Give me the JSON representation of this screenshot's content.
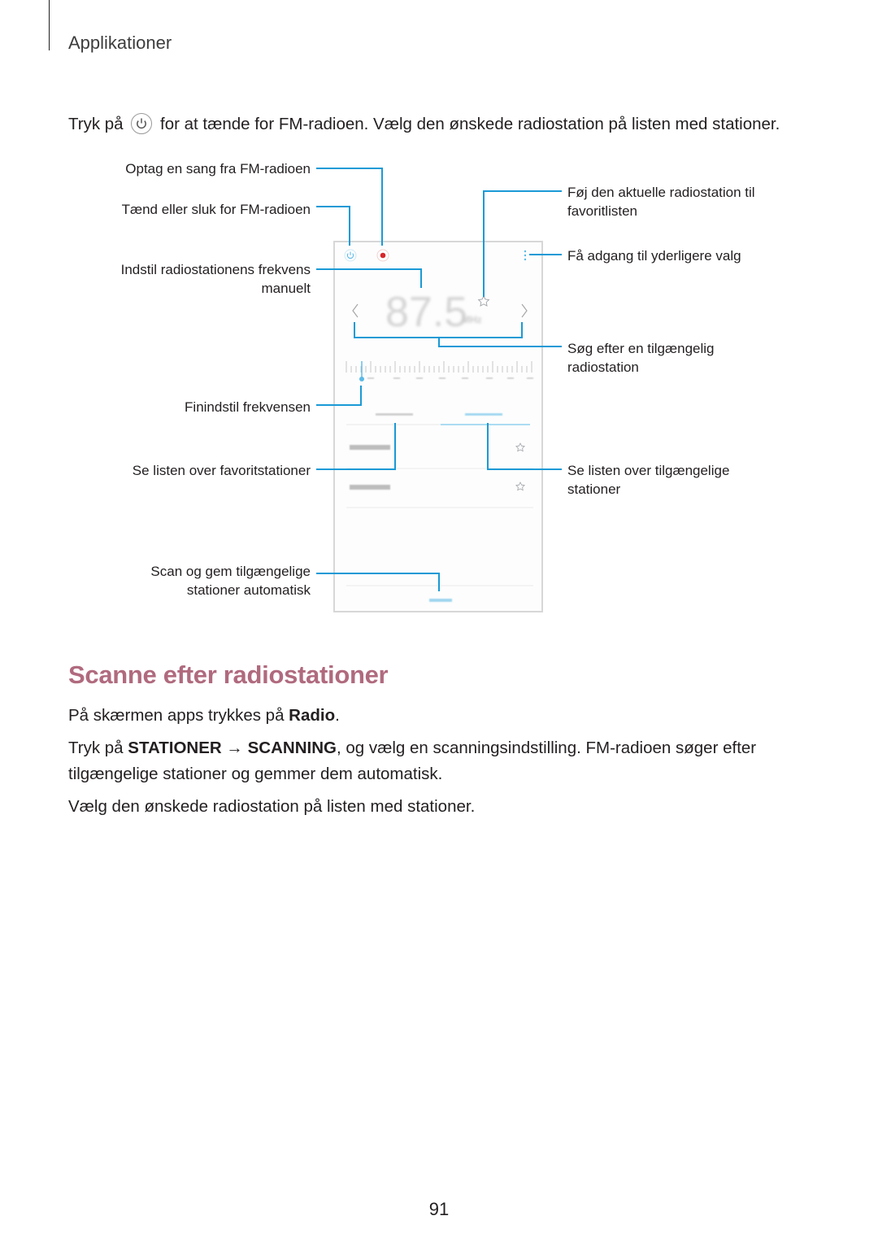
{
  "header": {
    "section": "Applikationer"
  },
  "intro": {
    "before": "Tryk på",
    "icon": "power-icon",
    "after": "for at tænde for FM-radioen. Vælg den ønskede radiostation på listen med stationer."
  },
  "callouts": {
    "record": "Optag en sang fra FM-radioen",
    "power": "Tænd eller sluk for FM-radioen",
    "manual_line1": "Indstil radiostationens frekvens",
    "manual_line2": "manuelt",
    "finetune": "Finindstil frekvensen",
    "favourites": "Se listen over favoritstationer",
    "scan_line1": "Scan og gem tilgængelige",
    "scan_line2": "stationer automatisk",
    "add_fav_line1": "Føj den aktuelle radiostation til",
    "add_fav_line2": "favoritlisten",
    "more_options": "Få adgang til yderligere valg",
    "search_line1": "Søg efter en tilgængelig",
    "search_line2": "radiostation",
    "all_stations_line1": "Se listen over tilgængelige",
    "all_stations_line2": "stationer"
  },
  "phone": {
    "frequency": "87.5",
    "unit": "MHz"
  },
  "section": {
    "heading": "Scanne efter radiostationer",
    "p1_before": "På skærmen apps trykkes på ",
    "p1_bold": "Radio",
    "p1_after": ".",
    "p2_before": "Tryk på ",
    "p2_bold1": "STATIONER",
    "p2_arrow": " → ",
    "p2_bold2": "SCANNING",
    "p2_after_line1": ", og vælg en scanningsindstilling. FM-radioen søger efter",
    "p2_line2": "tilgængelige stationer og gemmer dem automatisk.",
    "p3": "Vælg den ønskede radiostation på listen med stationer."
  },
  "footer": {
    "page_number": "91"
  },
  "colors": {
    "heading": "#b06a7e",
    "leader": "#1a9ad6",
    "accent_red": "#d6262b"
  }
}
